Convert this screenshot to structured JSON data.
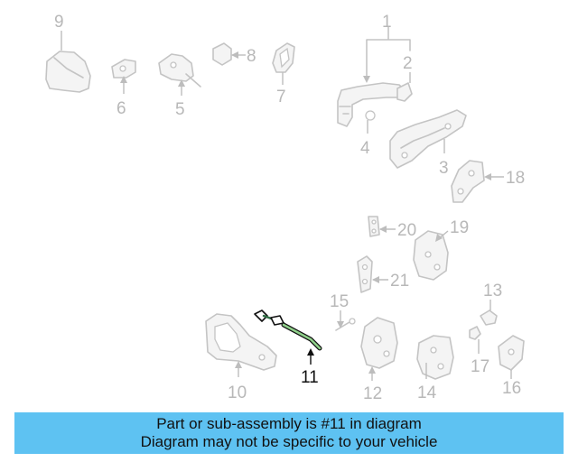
{
  "diagram": {
    "highlighted_part": "11",
    "callouts": {
      "c1": "1",
      "c2": "2",
      "c3": "3",
      "c4": "4",
      "c5": "5",
      "c6": "6",
      "c7": "7",
      "c8": "8",
      "c9": "9",
      "c10": "10",
      "c11": "11",
      "c12": "12",
      "c13": "13",
      "c14": "14",
      "c15": "15",
      "c16": "16",
      "c17": "17",
      "c18": "18",
      "c19": "19",
      "c20": "20",
      "c21": "21"
    },
    "colors": {
      "highlight_cable": "#8fd08a",
      "faded_part": "#c4c4c4",
      "banner": "#5ec2f2"
    }
  },
  "banner": {
    "line1": "Part or sub-assembly is #11 in diagram",
    "line2": "Diagram may not be specific to your vehicle"
  }
}
